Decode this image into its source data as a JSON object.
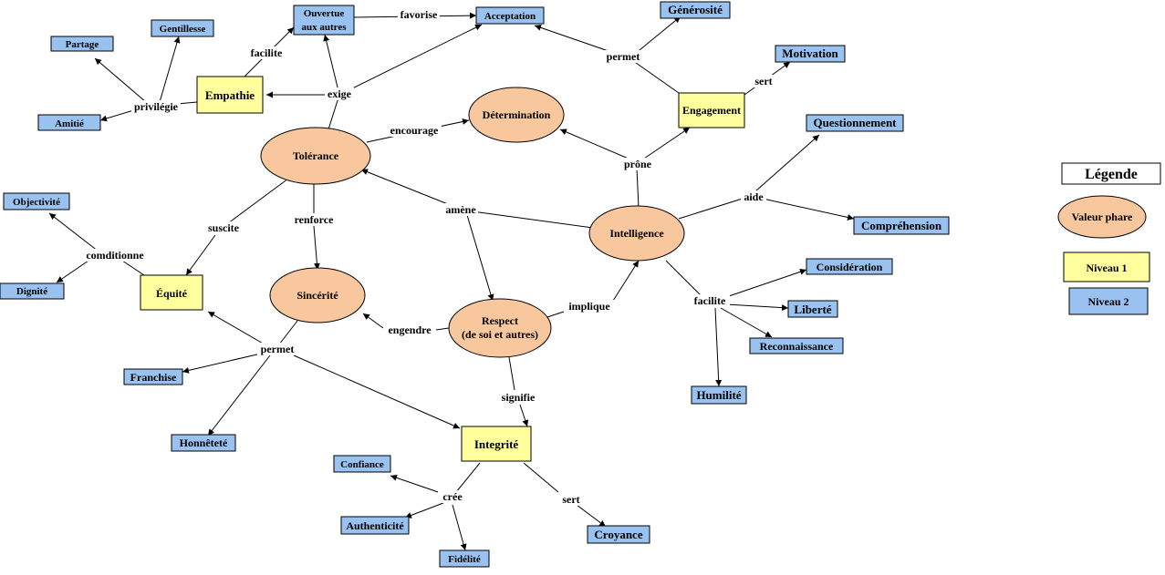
{
  "nodes": {
    "tolerance": "Tolérance",
    "determination": "Détermination",
    "intelligence": "Intelligence",
    "sincerite": "Sincérité",
    "respect_1": "Respect",
    "respect_2": "(de soi et autres)",
    "empathie": "Empathie",
    "equite": "Équité",
    "integrite": "Integrité",
    "engagement": "Engagement",
    "ouverture_1": "Ouvertue",
    "ouverture_2": "aux autres",
    "acceptation": "Acceptation",
    "generosite": "Générosité",
    "motivation": "Motivation",
    "gentillesse": "Gentillesse",
    "partage": "Partage",
    "amitie": "Amitié",
    "questionnement": "Questionnement",
    "comprehension": "Compréhension",
    "objectivite": "Objectivité",
    "dignite": "Dignité",
    "consideration": "Considération",
    "liberte": "Liberté",
    "reconnaissance": "Reconnaissance",
    "humilite": "Humilité",
    "franchise": "Franchise",
    "honnetete": "Honnêteté",
    "confiance": "Confiance",
    "authenticite": "Authenticité",
    "fidelite": "Fidélité",
    "croyance": "Croyance"
  },
  "links": {
    "favorise": "favorise",
    "facilite_1": "facilite",
    "exige": "exige",
    "privilegie": "privilégie",
    "permet_1": "permet",
    "sert_1": "sert",
    "encourage": "encourage",
    "prone": "prône",
    "aide": "aide",
    "suscite": "suscite",
    "renforce": "renforce",
    "amene": "amène",
    "comditionne": "comditionne",
    "facilite_2": "facilite",
    "implique": "implique",
    "engendre": "engendre",
    "permet_2": "permet",
    "signifie": "signifie",
    "cree": "crée",
    "sert_2": "sert"
  },
  "legend": {
    "title": "Légende",
    "valeur_phare": "Valeur phare",
    "niveau_1": "Niveau 1",
    "niveau_2": "Niveau 2"
  },
  "colors": {
    "valeur_phare": "#f8c79d",
    "niveau_1": "#ffff9e",
    "niveau_2": "#99c2f0",
    "stroke": "#000000"
  }
}
